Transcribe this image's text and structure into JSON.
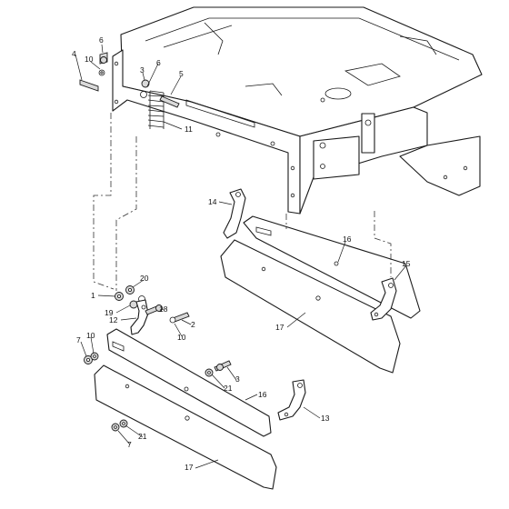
{
  "callouts": {
    "c6a": "6",
    "c4": "4",
    "c10a": "10",
    "c3a": "3",
    "c6b": "6",
    "c5": "5",
    "c11": "11",
    "c14": "14",
    "c16a": "16",
    "c15": "15",
    "c17a": "17",
    "c20": "20",
    "c1": "1",
    "c19": "19",
    "c18": "18",
    "c12": "12",
    "c2": "2",
    "c10b": "10",
    "c7a": "7",
    "c10c": "10",
    "c3b": "3",
    "c21a": "21",
    "c16b": "16",
    "c13": "13",
    "c21b": "21",
    "c7b": "7",
    "c17b": "17"
  }
}
